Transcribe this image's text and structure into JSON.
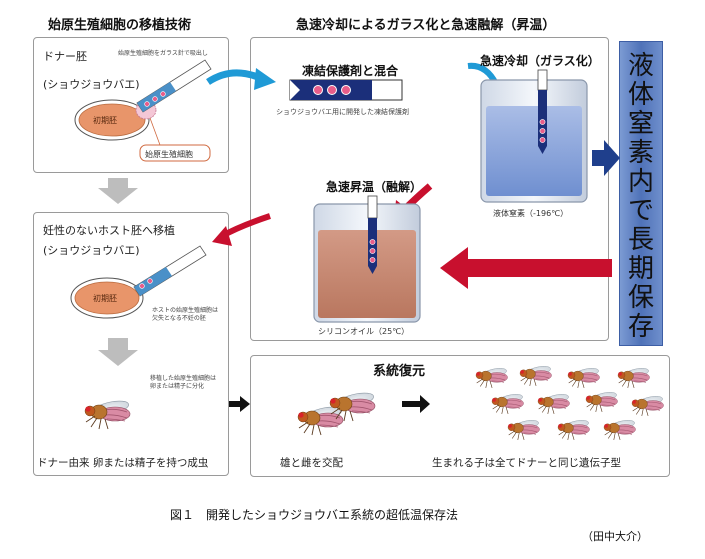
{
  "headers": {
    "left": "始原生殖細胞の移植技術",
    "right": "急速冷却によるガラス化と急速融解（昇温）"
  },
  "donor_panel": {
    "label": "ドナー胚",
    "sublabel": "(ショウジョウバエ)",
    "note": "始原生殖細胞をガラス針で吸出し",
    "embryo_label": "初期胚",
    "cell_label": "始原生殖細胞"
  },
  "host_panel": {
    "label": "妊性のないホスト胚へ移植",
    "sublabel": "(ショウジョウバエ)",
    "embryo_label": "初期胚",
    "note": "ホストの始原生殖細胞は\n欠失となる不妊の胚",
    "note2": "移植した始原生殖細胞は\n卵または精子に分化",
    "caption": "ドナー由来 卵または精子を持つ成虫"
  },
  "freeze_panel": {
    "mix_title": "凍結保護剤と混合",
    "mix_caption": "ショウジョウバエ用に開発した凍結保護剤",
    "cool_title": "急速冷却（ガラス化）",
    "cool_caption": "液体窒素（-196℃）",
    "warm_title": "急速昇温（融解）",
    "warm_caption": "シリコンオイル（25℃）"
  },
  "storage_label": "液体窒素内で長期保存",
  "recovery_panel": {
    "title": "系統復元",
    "mating_caption": "雄と雌を交配",
    "offspring_caption": "生まれる子は全てドナーと同じ遺伝子型"
  },
  "figure_caption": "図１　開発したショウジョウバエ系統の超低温保存法",
  "credit": "（田中大介）",
  "colors": {
    "arrow_blue": "#1f9ad6",
    "arrow_red": "#c8102e",
    "arrow_navy": "#1f3f8c",
    "storage_bar": "#5b80c4",
    "nitrogen": "#7f9fd6",
    "silicone_oil": "#c98a78",
    "needle": "#1b2f7a",
    "embryo": "#e8956a"
  }
}
